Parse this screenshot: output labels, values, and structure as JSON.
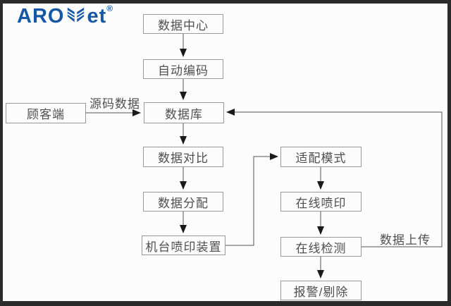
{
  "logo": {
    "text_before_icon": "ARO",
    "text_after_icon": "et",
    "registered_mark": "®",
    "brand_color": "#1558a5",
    "icon": "leaf-chevron-icon"
  },
  "diagram": {
    "nodes": [
      {
        "id": "data-center",
        "label": "数据中心"
      },
      {
        "id": "auto-encode",
        "label": "自动编码"
      },
      {
        "id": "customer",
        "label": "顾客端"
      },
      {
        "id": "database",
        "label": "数据库"
      },
      {
        "id": "data-compare",
        "label": "数据对比"
      },
      {
        "id": "data-distribute",
        "label": "数据分配"
      },
      {
        "id": "machine-printer",
        "label": "机台喷印装置"
      },
      {
        "id": "adapt-mode",
        "label": "适配模式"
      },
      {
        "id": "online-print",
        "label": "在线喷印"
      },
      {
        "id": "online-inspect",
        "label": "在线检测"
      },
      {
        "id": "alarm-reject",
        "label": "报警/剔除"
      }
    ],
    "edge_labels": [
      {
        "id": "source-data",
        "text": "源码数据"
      },
      {
        "id": "data-upload",
        "text": "数据上传"
      }
    ],
    "colors": {
      "frame": "#2b2b2b",
      "background": "#fcfcfc",
      "box_fill": "#fcfcfc",
      "box_border": "#999999",
      "text": "#4f4f4f",
      "line": "#555555",
      "arrowhead": "#1a1a1a"
    }
  }
}
